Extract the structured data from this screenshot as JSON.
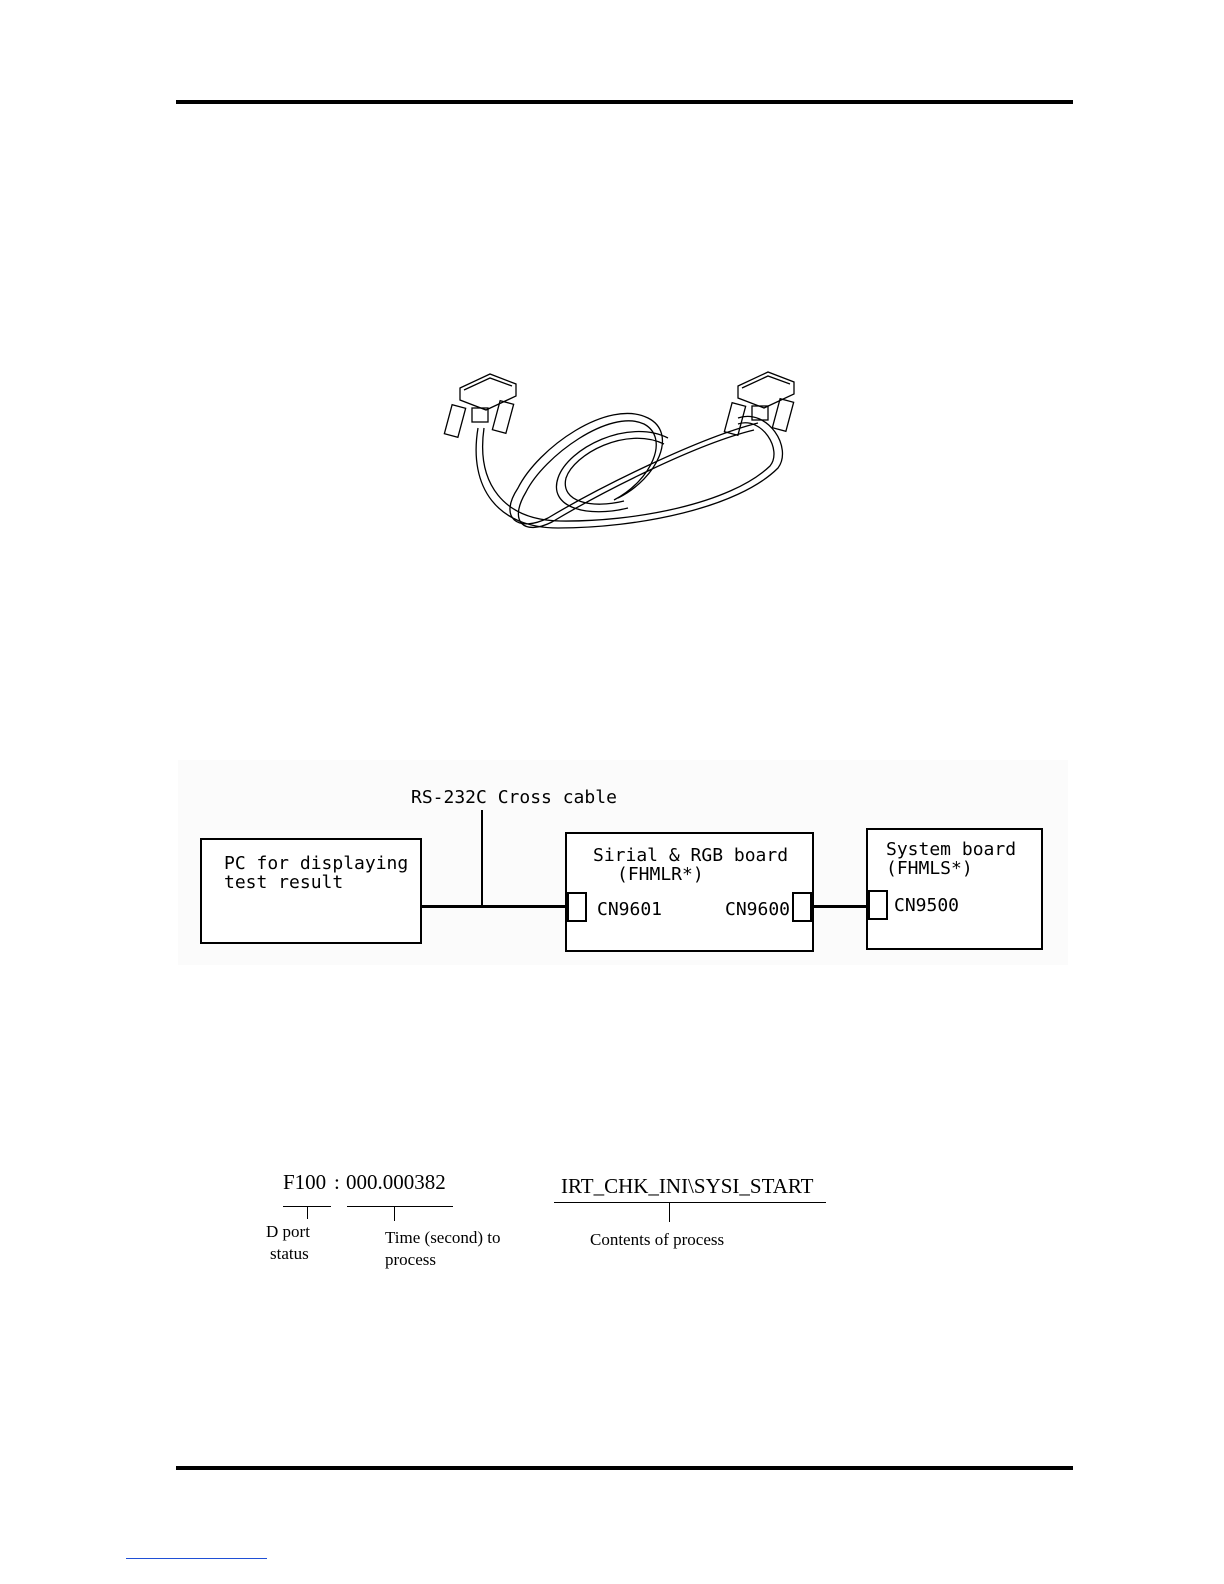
{
  "diagram": {
    "cable_label": "RS-232C Cross cable",
    "pc_box": {
      "line1": "PC for displaying",
      "line2": "test result"
    },
    "serial_board": {
      "line1": "Sirial & RGB board",
      "line2": "(FHMLR*)",
      "port_left": "CN9601",
      "port_right": "CN9600"
    },
    "system_board": {
      "line1": "System board",
      "line2": "(FHMLS*)",
      "port": "CN9500"
    }
  },
  "log_example": {
    "code": "F100",
    "separator": ":",
    "time": "000.000382",
    "process": "IRT_CHK_INI\\SYSI_START",
    "label_dport_1": "D port",
    "label_dport_2": "status",
    "label_time_1": "Time (second) to",
    "label_time_2": "process",
    "label_contents": "Contents of process"
  }
}
